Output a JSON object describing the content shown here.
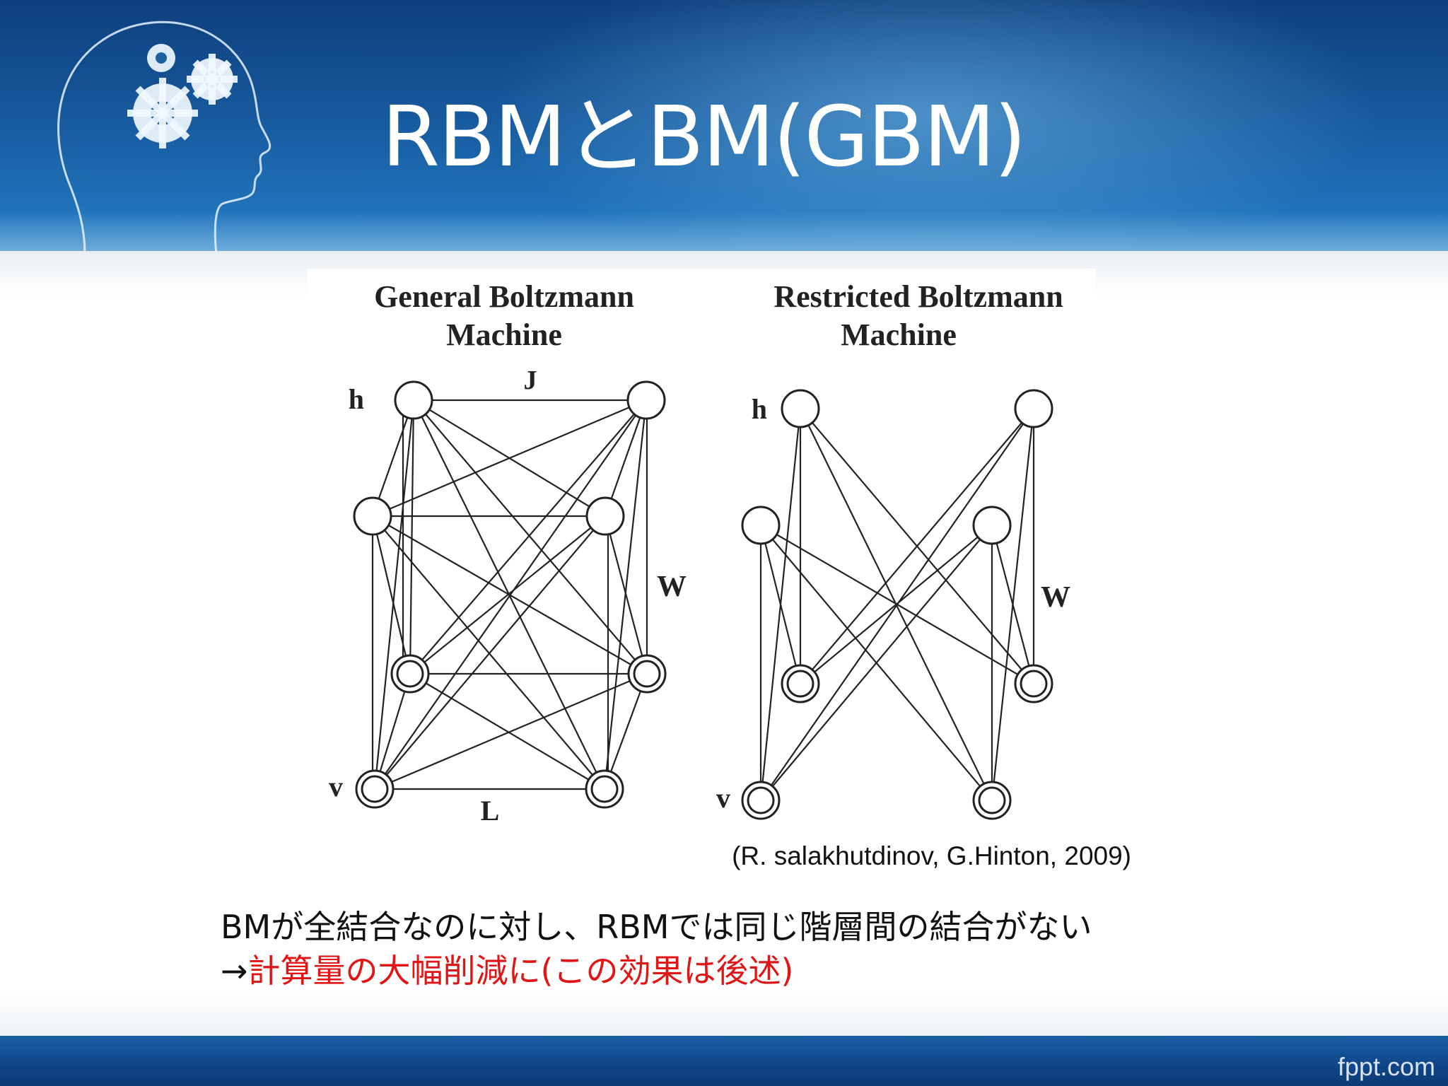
{
  "slide": {
    "title": "RBMとBM(GBM)",
    "footer_brand": "fppt.com",
    "logo_icon": "head-with-gears-icon"
  },
  "diagram": {
    "left": {
      "title_line1": "General Boltzmann",
      "title_line2": "Machine",
      "label_h": "h",
      "label_v": "v",
      "label_J": "J",
      "label_W": "W",
      "label_L": "L"
    },
    "right": {
      "title_line1": "Restricted Boltzmann",
      "title_line2": "Machine",
      "label_h": "h",
      "label_v": "v",
      "label_W": "W"
    }
  },
  "citation": "(R. salakhutdinov, G.Hinton, 2009)",
  "body": {
    "line1": "BMが全結合なのに対し、RBMでは同じ階層間の結合がない",
    "line2_arrow": "→",
    "line2_red": "計算量の大幅削減に(この効果は後述)"
  },
  "colors": {
    "header_dark": "#0d3f7c",
    "header_light": "#2b85c8",
    "emphasis_red": "#e01515",
    "text": "#111111"
  }
}
